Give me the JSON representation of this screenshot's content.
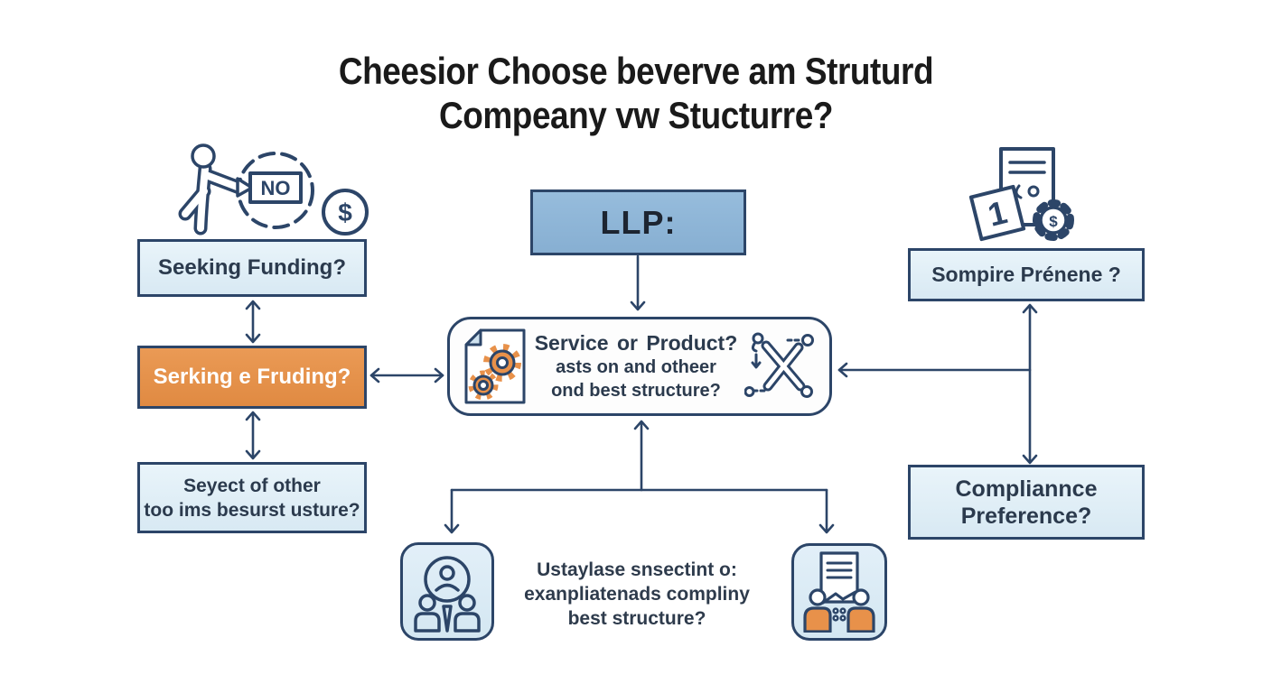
{
  "title": {
    "line1": "Cheesior Choose beverve am Struturd",
    "line2": "Compeany vw Stucturre?"
  },
  "flowchart": {
    "left": {
      "seeking_funding": "Seeking Funding?",
      "serking_fruding": "Serking e Fruding?",
      "seyect_line1": "Seyect of other",
      "seyect_line2": "too ims besurst usture?"
    },
    "center": {
      "llp": "LLP:",
      "service_line1": "Service or Product?",
      "service_line2": "asts on and otheer",
      "service_line3": "ond best structure?"
    },
    "right": {
      "sompire": "Sompire Prénene ?",
      "compliance_line1": "Compliannce",
      "compliance_line2": "Preference?"
    },
    "bottom": {
      "line1": "Ustaylase snsectint o:",
      "line2": "exanpliatenads compliny",
      "line3": "best structure?"
    }
  },
  "icon_text": {
    "no": "NO",
    "dollar": "$",
    "one": "1"
  },
  "icons": {
    "top_left": "person-gear-no-icon",
    "top_right": "invoice-gear-dollar-icon",
    "center_left": "document-gears-icon",
    "center_right": "crossed-arrows-icon",
    "bottom_left": "team-icon",
    "bottom_right": "handshake-document-icon"
  },
  "colors": {
    "background": "#ffffff",
    "navy": "#2c4568",
    "light_blue_fill": "#ddecf6",
    "llp_blue": "#8fb6d8",
    "orange": "#e6934e",
    "icon_orange": "#e8914a",
    "title_text": "#1a1a1a",
    "box_text": "#2b3a4d"
  }
}
